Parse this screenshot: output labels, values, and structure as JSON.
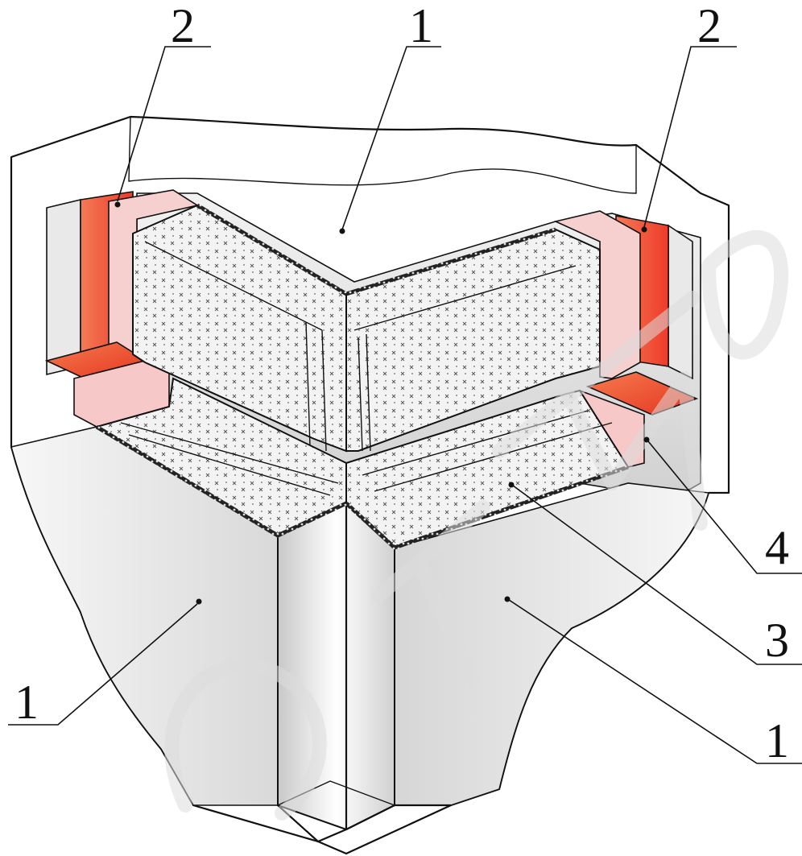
{
  "diagram": {
    "callouts": [
      {
        "id": "top-left",
        "label": "2"
      },
      {
        "id": "top-center",
        "label": "1"
      },
      {
        "id": "top-right",
        "label": "2"
      },
      {
        "id": "right-upper",
        "label": "4"
      },
      {
        "id": "right-middle",
        "label": "3"
      },
      {
        "id": "bottom-left",
        "label": "1"
      },
      {
        "id": "bottom-right",
        "label": "1"
      }
    ],
    "colors": {
      "fill_red": "#f0452f",
      "fill_pink": "#f6c8c8",
      "fill_orange": "#f28a55",
      "wall_grey": "#e2e2e2",
      "insulation_bg": "#f4f4f4",
      "outline": "#111111"
    }
  }
}
